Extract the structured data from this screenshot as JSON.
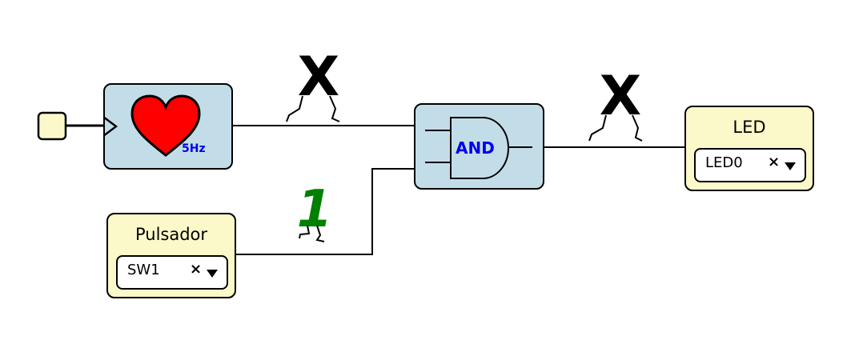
{
  "blocks": {
    "clock": {
      "freq_label": "5Hz"
    },
    "and_gate": {
      "label": "AND"
    },
    "led": {
      "title": "LED",
      "pin": "LED0"
    },
    "button": {
      "title": "Pulsador",
      "pin": "SW1"
    }
  },
  "signals": {
    "clock_to_and": "X",
    "and_to_led": "X",
    "button_to_and": "1"
  },
  "colors": {
    "block_blue": "#c2dde8",
    "block_yellow": "#fbf8c9",
    "heart": "#ff0000",
    "freq_label": "#0000ee",
    "and_label": "#0000ee",
    "signal_unknown": "#000000",
    "signal_high": "#008000"
  },
  "icons": {
    "clock": "heart-icon",
    "gate": "and-gate-icon",
    "clear": "clear-icon",
    "dropdown": "dropdown-arrow-icon"
  }
}
